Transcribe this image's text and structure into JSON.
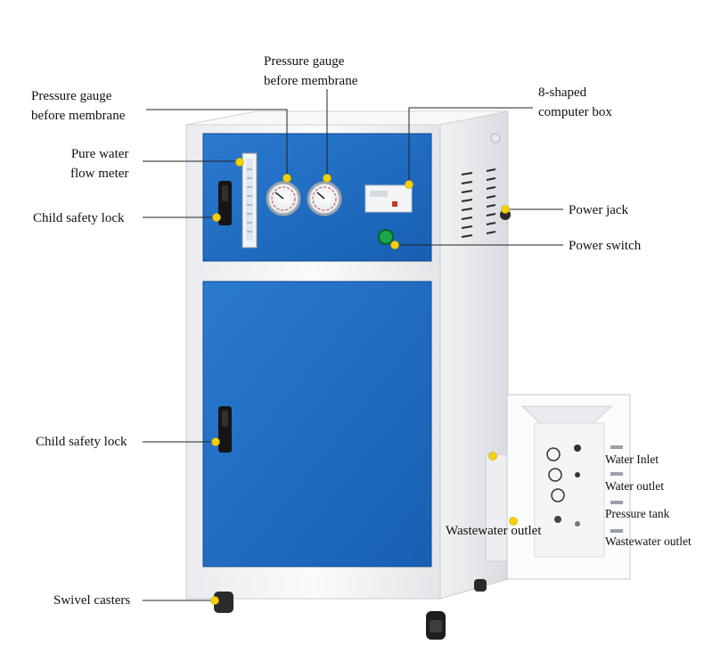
{
  "labels": {
    "gauge_left": [
      "Pressure gauge",
      "before membrane"
    ],
    "gauge_top": [
      "Pressure gauge",
      "before membrane"
    ],
    "computer_box": [
      "8-shaped",
      "computer box"
    ],
    "flow_meter": [
      "Pure water",
      "flow meter"
    ],
    "lock_top": "Child safety lock",
    "power_jack": "Power jack",
    "power_switch": "Power switch",
    "lock_bottom": "Child safety lock",
    "water_inlet": "Water Inlet",
    "water_outlet": "Water outlet",
    "pressure_tank": "Pressure tank",
    "wastewater_outlet_right": "Wastewater outlet",
    "wastewater_outlet_left": "Wastewater outlet",
    "swivel_casters": "Swivel casters"
  },
  "colors": {
    "panel_blue": "#1f6dc4",
    "cabinet_white": "#f4f5f7",
    "marker_yellow": "#f5d000",
    "leader_line": "#222222",
    "switch_green": "#1aa84a"
  }
}
